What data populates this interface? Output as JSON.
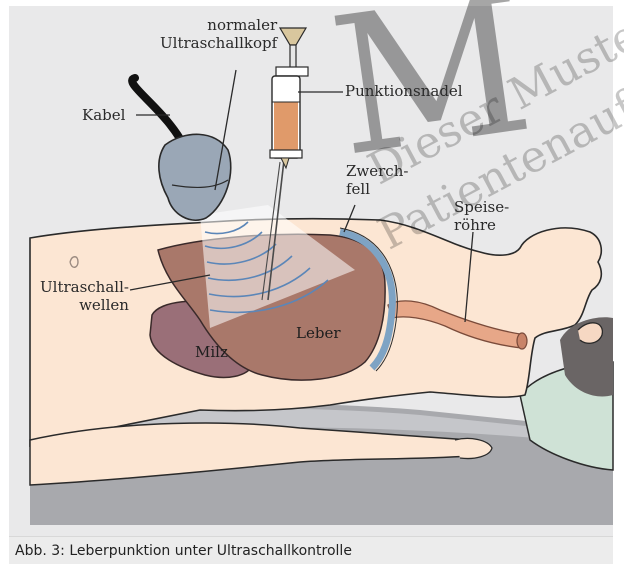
{
  "labels": {
    "probe": "normaler\nUltraschallkopf",
    "cable": "Kabel",
    "needle": "Punktionsnadel",
    "diaphragm": "Zwerch-\nfell",
    "esophagus": "Speise-\nröhre",
    "waves": "Ultraschall-\nwellen",
    "spleen": "Milz",
    "liver": "Leber"
  },
  "watermark": {
    "big_letter": "M",
    "line1": "Dieser Muster",
    "line2": "Patientenaufkl"
  },
  "caption": "Abb. 3: Leberpunktion unter Ultraschallkontrolle",
  "colors": {
    "background": "#e9e9ea",
    "skin": "#fce6d3",
    "liver": "#a9786a",
    "spleen": "#9a6f78",
    "diaphragm": "#7ea3c4",
    "esophagus": "#e7a788",
    "probe": "#9aa7b6",
    "pillow": "#cfe2d6",
    "bed": "#a8a9ad"
  }
}
